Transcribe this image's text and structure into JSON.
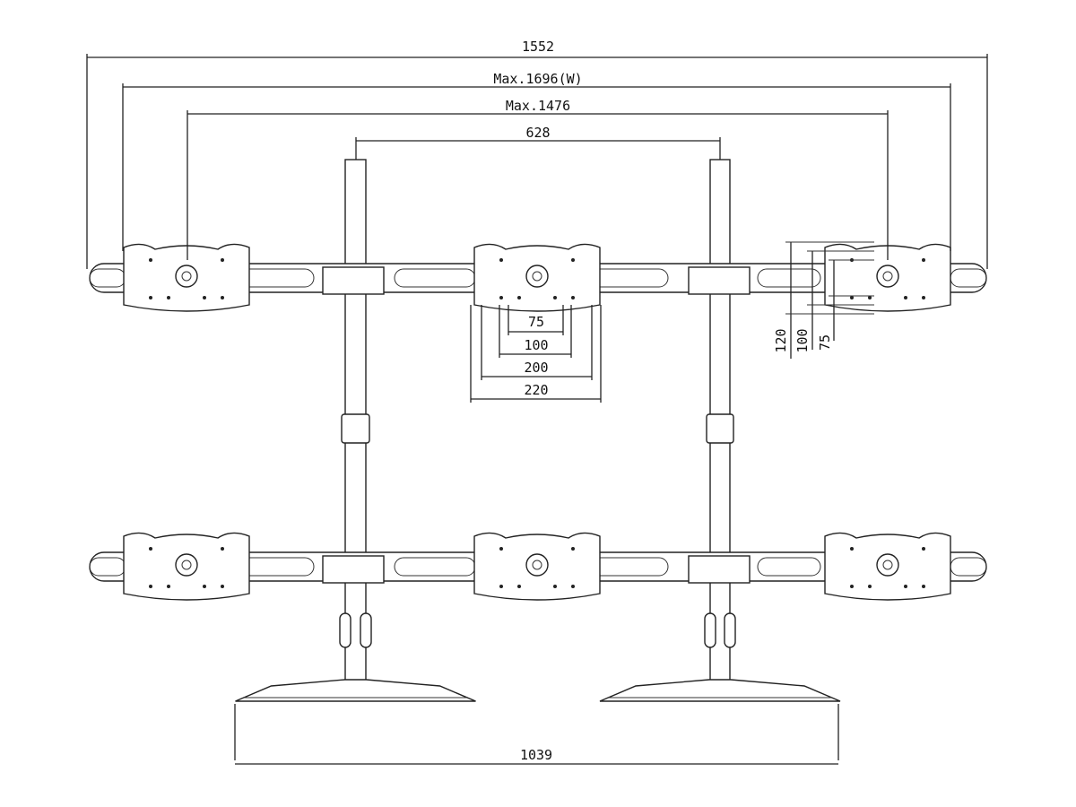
{
  "diagram": {
    "title": "Six-monitor desk stand dimension drawing",
    "dimensions": {
      "overall_width": "1552",
      "max_width": "Max.1696(W)",
      "max_vesa_span": "Max.1476",
      "pole_spacing": "628",
      "base_span": "1039",
      "vesa_h_75": "75",
      "vesa_h_100": "100",
      "vesa_h_200": "200",
      "vesa_h_220": "220",
      "vesa_v_120": "120",
      "vesa_v_100": "100",
      "vesa_v_75": "75"
    }
  }
}
